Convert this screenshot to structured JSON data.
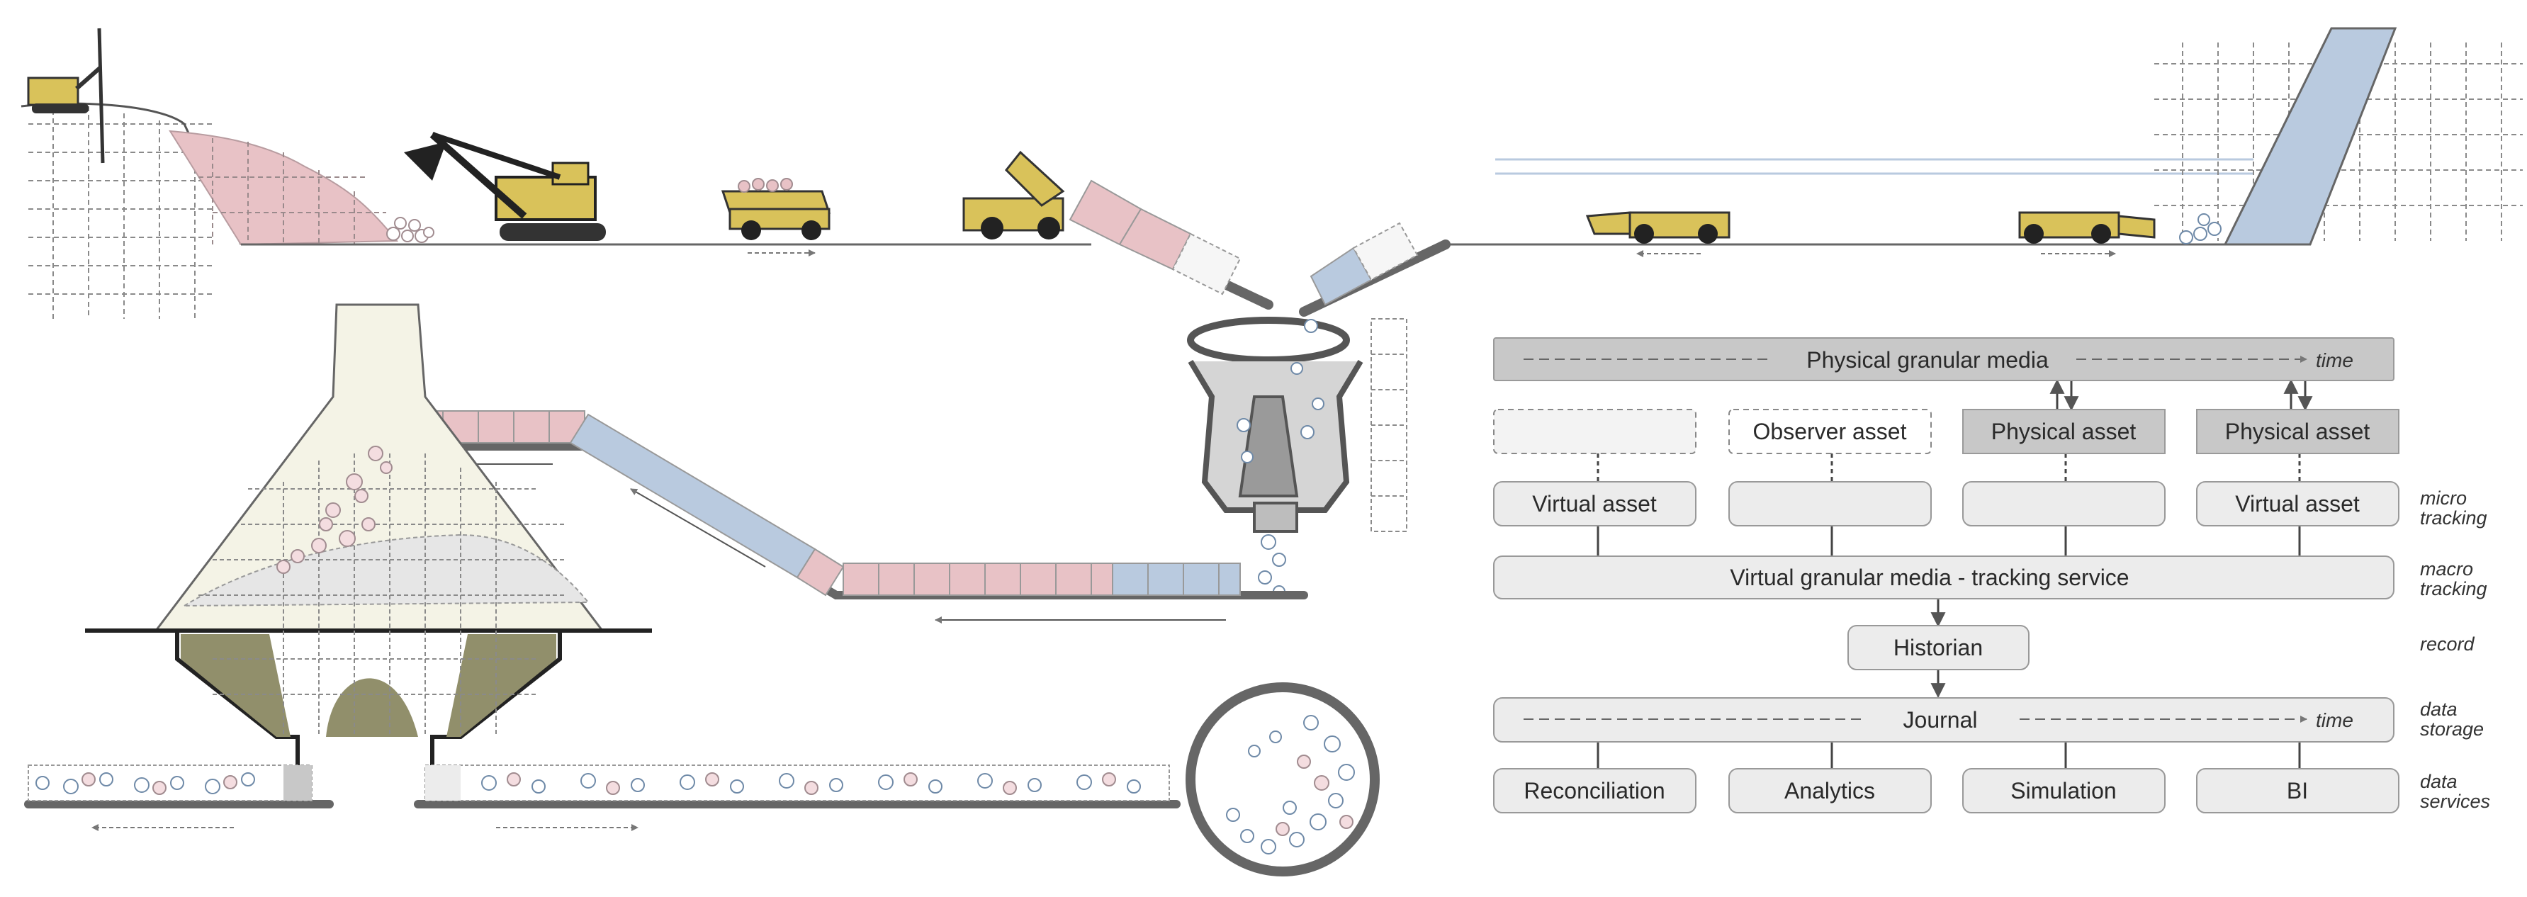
{
  "colors": {
    "pink": "#e8c2c6",
    "blue": "#b9cadf",
    "khaki": "#918f6b",
    "ivory": "#f4f3e6",
    "machine_yellow": "#d9c25a",
    "box_gray": "#c8c8c8",
    "box_light": "#ececec"
  },
  "icons": [
    "drill-rig-icon",
    "excavator-icon",
    "haul-truck-icon",
    "dump-truck-icon",
    "gyratory-crusher-icon",
    "lhd-loader-icon",
    "grinding-mill-icon"
  ],
  "diagram": {
    "top_bar": {
      "label": "Physical granular media",
      "time_label": "time"
    },
    "assets": {
      "empty_dashed": "",
      "observer": "Observer asset",
      "physical_1": "Physical asset",
      "physical_2": "Physical asset"
    },
    "virtual": {
      "v1": "Virtual asset",
      "v2": "",
      "v3": "",
      "v4": "Virtual asset"
    },
    "tracking_service": "Virtual granular media - tracking service",
    "historian": "Historian",
    "journal": {
      "label": "Journal",
      "time_label": "time"
    },
    "services": [
      "Reconciliation",
      "Analytics",
      "Simulation",
      "BI"
    ],
    "row_captions": {
      "micro_1": "micro",
      "micro_2": "tracking",
      "macro_1": "macro",
      "macro_2": "tracking",
      "record": "record",
      "storage_1": "data",
      "storage_2": "storage",
      "services_1": "data",
      "services_2": "services"
    }
  }
}
